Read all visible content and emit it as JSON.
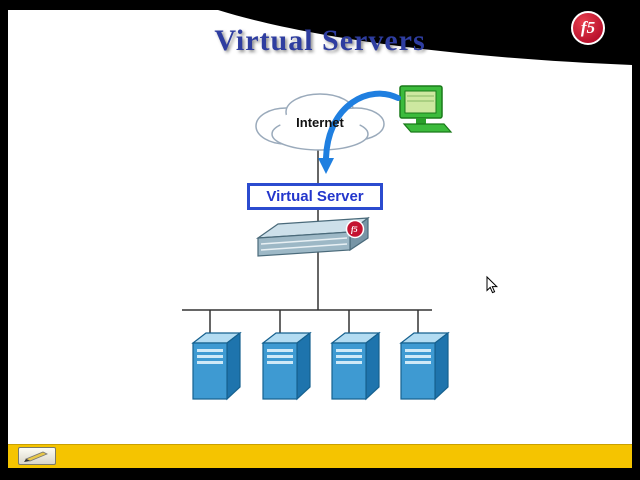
{
  "slide": {
    "title": "Virtual Servers",
    "brand_logo": "f5"
  },
  "diagram": {
    "internet_label": "Internet",
    "virtual_server_label": "Virtual Server",
    "appliance_brand": "f5",
    "server_count": 4
  },
  "colors": {
    "slide_bg": "#ffffff",
    "frame_black": "#000000",
    "title_blue": "#2e3da0",
    "virtual_server_border": "#2b4bcf",
    "virtual_server_text": "#2336cc",
    "bottom_bar_yellow": "#f5c400",
    "f5_red": "#c41230",
    "arrow_blue": "#1f7fe0",
    "server_front": "#3e9ad2",
    "server_side": "#1e74ad",
    "server_top": "#b3dcf2"
  }
}
